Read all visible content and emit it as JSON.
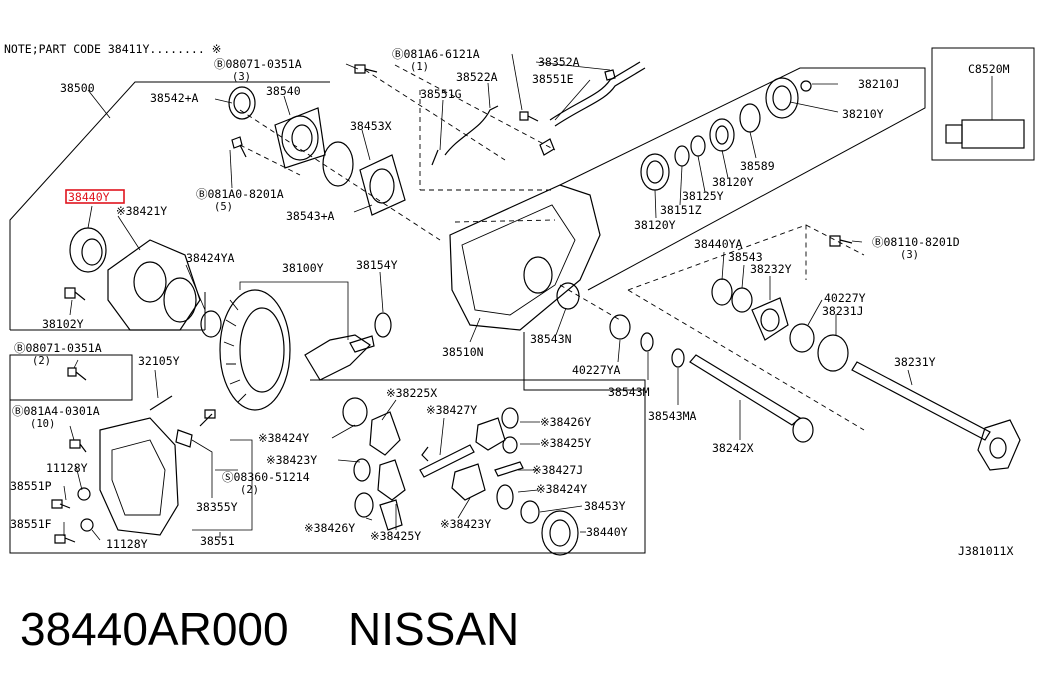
{
  "note": "NOTE;PART CODE  38411Y........ ※",
  "footer": {
    "part_number": "38440AR000",
    "brand": "NISSAN"
  },
  "diagram_code": "J381011X",
  "highlight_color": "#e0141e",
  "labels": {
    "l38500": "38500",
    "l38542a": "38542+A",
    "l38540": "38540",
    "l08071a": "Ⓑ08071-0351A",
    "l08071a_q": "(3)",
    "l081a0": "Ⓑ081A0-8201A",
    "l081a0_q": "(5)",
    "l38453x": "38453X",
    "l38543a": "38543+A",
    "l081a6": "Ⓑ081A6-6121A",
    "l081a6_q": "(1)",
    "l38522a": "38522A",
    "l38551g": "38551G",
    "l38352a": "38352A",
    "l38551e": "38551E",
    "l38210j": "38210J",
    "l38210y": "38210Y",
    "l38589": "38589",
    "l38120y_a": "38120Y",
    "l38125y": "38125Y",
    "l38151z": "38151Z",
    "l38120y_b": "38120Y",
    "lc8520m": "C8520M",
    "l38440y": "38440Y",
    "l38421y": "※38421Y",
    "l38424ya": "38424YA",
    "l38100y": "38100Y",
    "l38154y": "38154Y",
    "l38102y": "38102Y",
    "l38510n": "38510N",
    "l38543n": "38543N",
    "l38440ya": "38440YA",
    "l38543": "38543",
    "l38232y": "38232Y",
    "l08110": "Ⓑ08110-8201D",
    "l08110_q": "(3)",
    "l40227y": "40227Y",
    "l38231j": "38231J",
    "l08071b": "Ⓑ08071-0351A",
    "l08071b_q": "(2)",
    "l32105y": "32105Y",
    "l40227ya": "40227YA",
    "l38543m": "38543M",
    "l38231y": "38231Y",
    "l081a4": "Ⓑ081A4-0301A",
    "l081a4_q": "(10)",
    "l38225x": "※38225X",
    "l38427y": "※38427Y",
    "l38426y_a": "※38426Y",
    "l38543ma": "38543MA",
    "l38424y_a": "※38424Y",
    "l38425y_a": "※38425Y",
    "l38242x": "38242X",
    "l38423y_a": "※38423Y",
    "l11128y_a": "11128Y",
    "l38551p": "38551P",
    "l08360": "Ⓢ08360-51214",
    "l08360_q": "(2)",
    "l38427j": "※38427J",
    "l38424y_b": "※38424Y",
    "l38355y": "38355Y",
    "l38453y": "38453Y",
    "l38551f": "38551F",
    "l38426y_b": "※38426Y",
    "l38425y_b": "※38425Y",
    "l38423y_b": "※38423Y",
    "l38440y_b": "38440Y",
    "l11128y_b": "11128Y",
    "l38551": "38551"
  }
}
